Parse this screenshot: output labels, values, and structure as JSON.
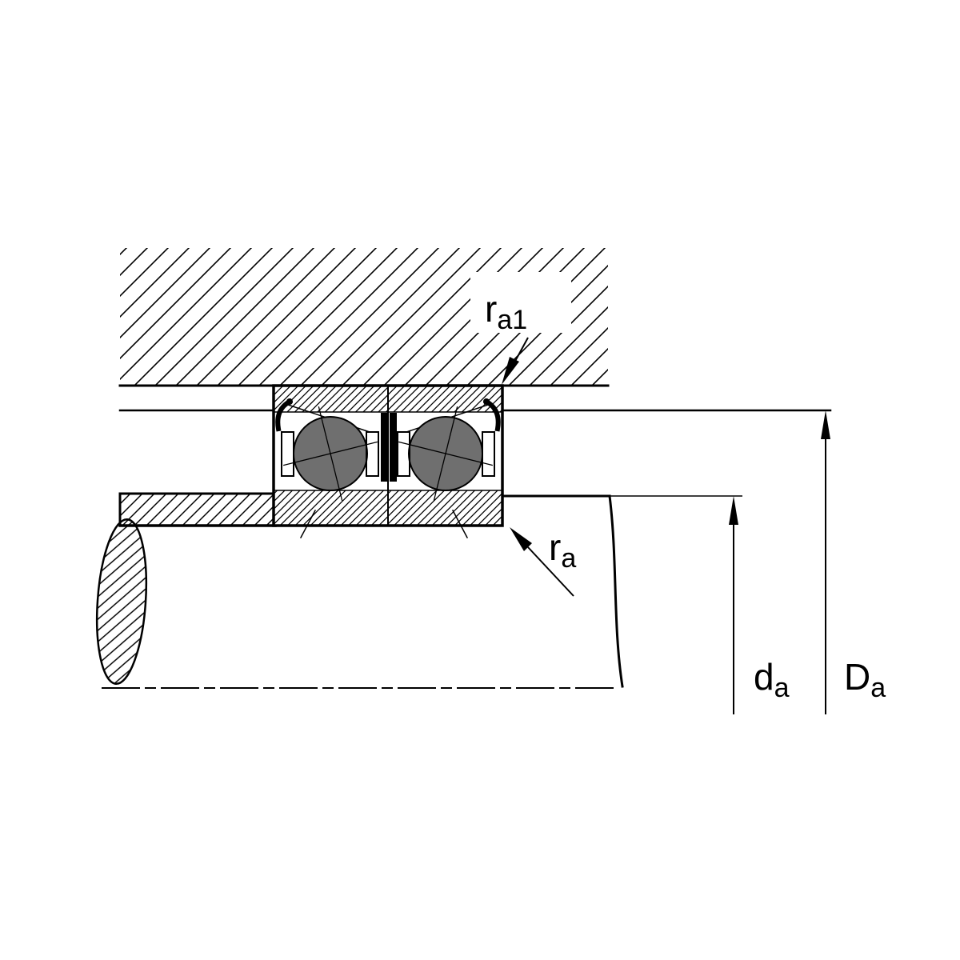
{
  "diagram": {
    "type": "bearing-mounting-cross-section",
    "description": "Spindle bearing duplex pair mounted between housing and shaft with abutment and fillet dimensions",
    "labels": {
      "ra1": {
        "base": "r",
        "sub": "a1"
      },
      "ra": {
        "base": "r",
        "sub": "a"
      },
      "da": {
        "base": "d",
        "sub": "a"
      },
      "Da": {
        "base": "D",
        "sub": "a"
      }
    },
    "colors": {
      "line": "#000000",
      "ball": "#6f6f6f",
      "background": "#ffffff"
    }
  }
}
